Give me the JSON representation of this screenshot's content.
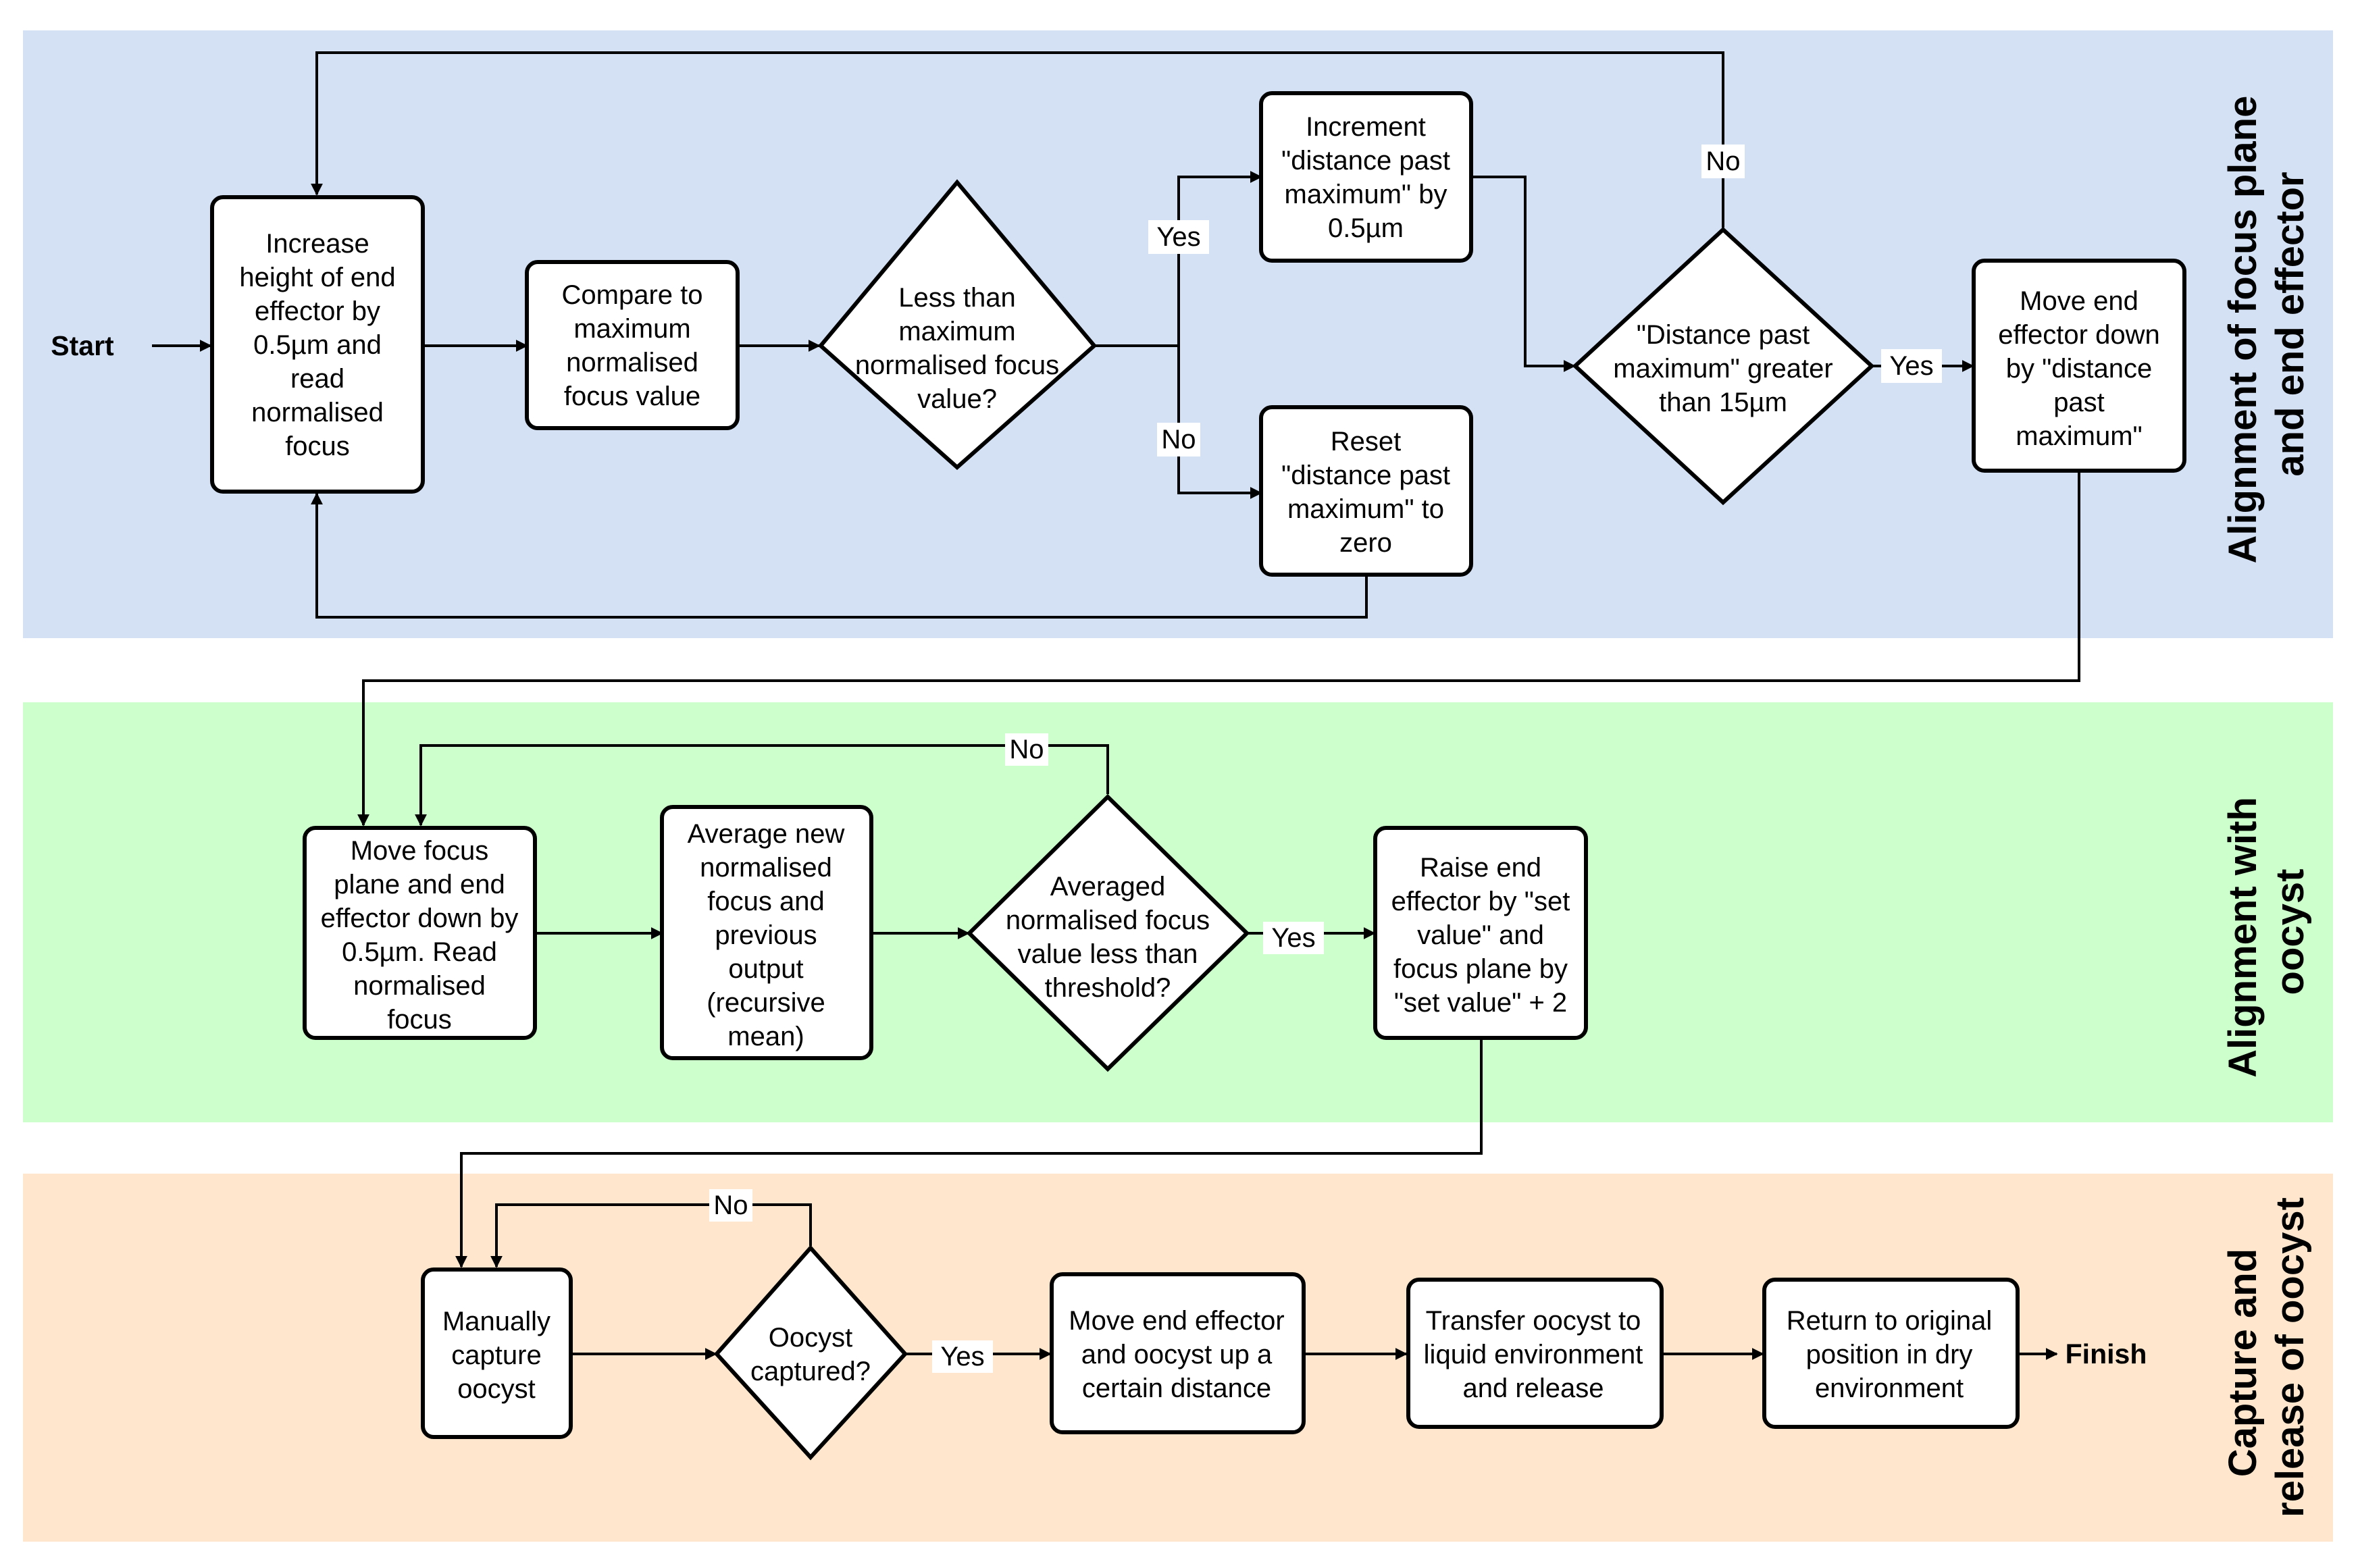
{
  "colors": {
    "lane_1": "#d4e1f5",
    "lane_2": "#ccffcc",
    "lane_3": "#ffe6cc",
    "stroke": "#000000",
    "node_fill": "#ffffff"
  },
  "lanes": [
    {
      "id": "lane1",
      "title": [
        "Alignment of focus plane",
        "and end effector"
      ]
    },
    {
      "id": "lane2",
      "title": [
        "Alignment with",
        "oocyst"
      ]
    },
    {
      "id": "lane3",
      "title": [
        "Capture and",
        "release of oocyst"
      ]
    }
  ],
  "nodes": {
    "start": {
      "text": [
        "Start"
      ]
    },
    "n1": {
      "text": [
        "Increase",
        "height of end",
        "effector by",
        "0.5µm and",
        "read",
        "normalised",
        "focus"
      ]
    },
    "n2": {
      "text": [
        "Compare to",
        "maximum",
        "normalised",
        "focus value"
      ]
    },
    "d1": {
      "text": [
        "Less than",
        "maximum",
        "normalised focus",
        "value?"
      ]
    },
    "n3": {
      "text": [
        "Increment",
        "\"distance past",
        "maximum\" by",
        "0.5µm"
      ]
    },
    "n4": {
      "text": [
        "Reset",
        "\"distance past",
        "maximum\" to",
        "zero"
      ]
    },
    "d2": {
      "text": [
        "\"Distance past",
        "maximum\" greater",
        "than 15µm"
      ]
    },
    "n5": {
      "text": [
        "Move end",
        "effector down",
        "by \"distance",
        "past",
        "maximum\""
      ]
    },
    "n6": {
      "text": [
        "Move focus",
        "plane and end",
        "effector down by",
        "0.5µm. Read",
        "normalised",
        "focus"
      ]
    },
    "n7": {
      "text": [
        "Average new",
        "normalised",
        "focus and",
        "previous",
        "output",
        "(recursive",
        "mean)"
      ]
    },
    "d3": {
      "text": [
        "Averaged",
        "normalised focus",
        "value less than",
        "threshold?"
      ]
    },
    "n8": {
      "text": [
        "Raise end",
        "effector by \"set",
        "value\" and",
        "focus plane by",
        "\"set value\" + 2"
      ]
    },
    "n9": {
      "text": [
        "Manually",
        "capture",
        "oocyst"
      ]
    },
    "d4": {
      "text": [
        "Oocyst",
        "captured?"
      ]
    },
    "n10": {
      "text": [
        "Move end effector",
        "and oocyst up a",
        "certain distance"
      ]
    },
    "n11": {
      "text": [
        "Transfer oocyst to",
        "liquid environment",
        "and release"
      ]
    },
    "n12": {
      "text": [
        "Return to original",
        "position in dry",
        "environment"
      ]
    },
    "finish": {
      "text": [
        "Finish"
      ]
    }
  },
  "edge_labels": {
    "d1_yes": "Yes",
    "d1_no": "No",
    "d2_no": "No",
    "d2_yes": "Yes",
    "d3_no": "No",
    "d3_yes": "Yes",
    "d4_no": "No",
    "d4_yes": "Yes"
  }
}
